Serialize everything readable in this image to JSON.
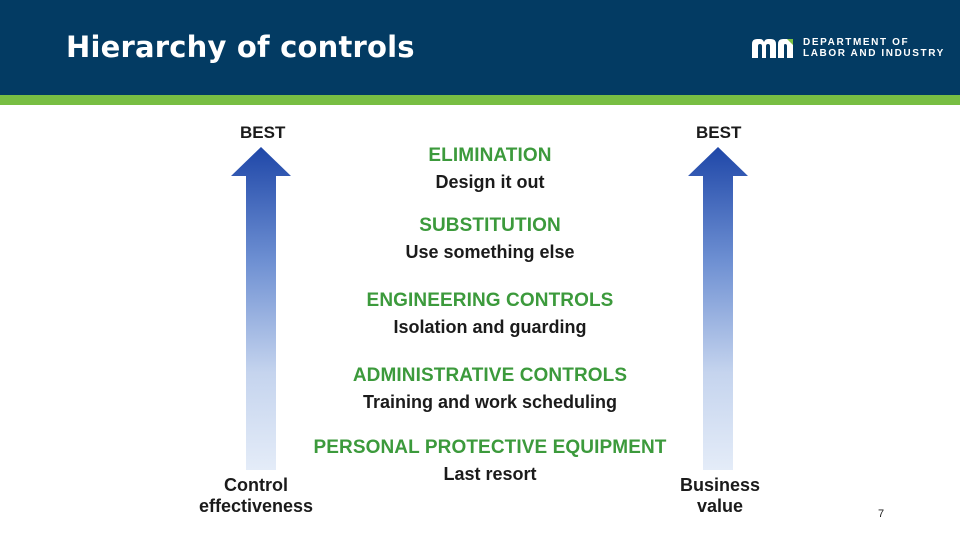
{
  "header": {
    "title": "Hierarchy of controls",
    "logo_mark": "mn-logo-mark",
    "logo_line1": "DEPARTMENT OF",
    "logo_line2": "LABOR AND INDUSTRY"
  },
  "left_arrow": {
    "top_label": "BEST",
    "bottom_line1": "Control",
    "bottom_line2": "effectiveness"
  },
  "right_arrow": {
    "top_label": "BEST",
    "bottom_line1": "Business",
    "bottom_line2": "value"
  },
  "levels": [
    {
      "title": "ELIMINATION",
      "desc": "Design it out"
    },
    {
      "title": "SUBSTITUTION",
      "desc": "Use something else"
    },
    {
      "title": "ENGINEERING  CONTROLS",
      "desc": "Isolation and guarding"
    },
    {
      "title": "ADMINISTRATIVE  CONTROLS",
      "desc": "Training and work scheduling"
    },
    {
      "title": "PERSONAL PROTECTIVE  EQUIPMENT",
      "desc": "Last resort"
    }
  ],
  "page_number": "7",
  "colors": {
    "header_bg": "#033b63",
    "accent_green": "#78be43",
    "level_title": "#3c9a3c",
    "arrow_top": "#1f47a8",
    "arrow_bottom": "#e4ecf8"
  }
}
